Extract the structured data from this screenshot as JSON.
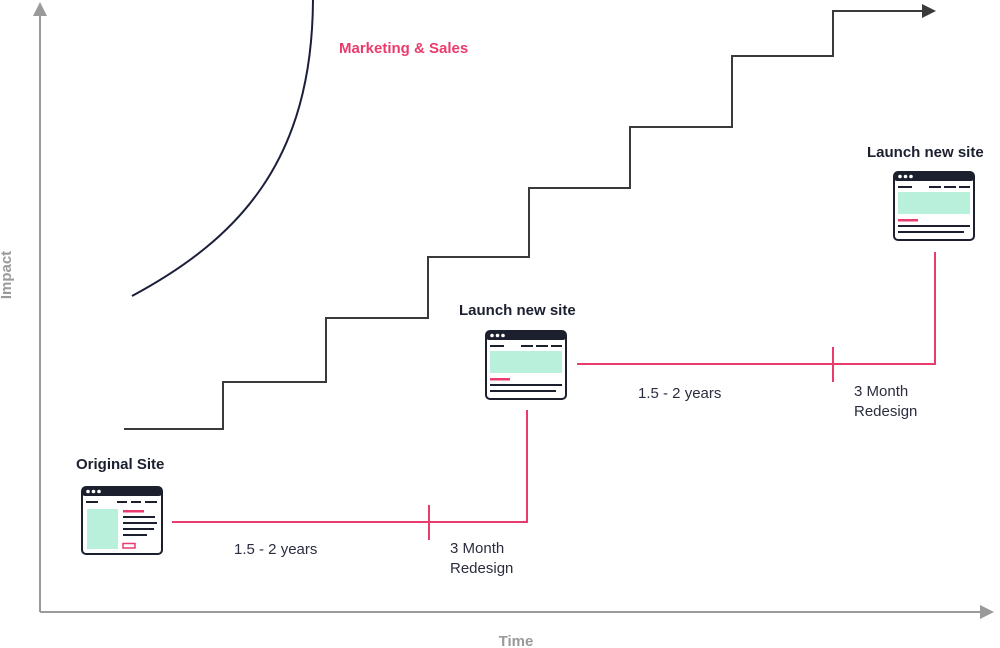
{
  "axes": {
    "y_label": "Impact",
    "x_label": "Time"
  },
  "curve_label": "Marketing & Sales",
  "stages": {
    "original": {
      "title": "Original Site",
      "duration": "1.5 - 2 years",
      "redesign_line1": "3 Month",
      "redesign_line2": "Redesign"
    },
    "launch_1": {
      "title": "Launch new site",
      "duration": "1.5 - 2 years",
      "redesign_line1": "3 Month",
      "redesign_line2": "Redesign"
    },
    "launch_2": {
      "title": "Launch new site"
    }
  },
  "colors": {
    "axis": "#9a9a9a",
    "staircase": "#3a3a3a",
    "curve": "#1c1f3a",
    "timeline": "#ea3b6d",
    "window_frame": "#1c1f2e",
    "window_content": "#b8f0dc",
    "accent": "#ea3b6d"
  },
  "icons": [
    "browser-window-icon",
    "browser-window-icon",
    "browser-window-icon",
    "arrow-right-icon",
    "arrow-up-icon"
  ]
}
